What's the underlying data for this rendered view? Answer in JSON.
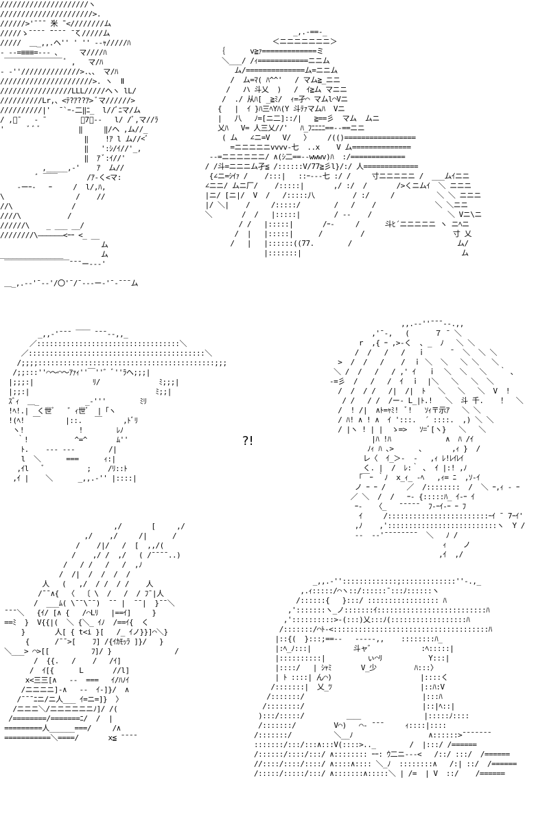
{
  "center_text": "?!",
  "panels": {
    "top_left": "/////////////////////ヽ\n//////////////////////>.\n//////>'¯¯¯ ̄米 ̄¯<////////ム\n/////ゝ¯¯¯¯ ̄¯¯¯¯ ̄ ̄く/////ム\n/////  ＿_,,.ヘ'' ' '' ‐-ｬ/////ﾊ\n- -‐=≡≡≡=‐-- ､     マ////ﾊ\n ￣￣￣￣￣￣￣￣ ﾞ ,   マ/ﾊ\n- ‐''//////////////>.、、 マ/ﾊ\n//////////////////////>. ヽ  Ⅱ\n/////////////////LLL/////ヘヽ lL/\n//////////Lr,、<ﾃ?ｱ??ｱ> ﾞマ//////>\n//////////|'  ¯`ｰ‐二‖ﾆ_  l//ﾞﾆマ/ム\n/ ,ﾞ¯   ‐ ¯        ﾞ7ﾞ‐-   l/ /ﾞ,マ//ﾗ\n'      ﾞ ﾞ ﾞ         ‖     ‖/ヘ ,ム//_\n                    ‖    !ｱ l ム//<ﾞ\n                    ‖   ':ｼ/ｲ//'_,\n                    ‖  ｱ ﾞ:ｲ//'\n          ,_____,-'    ｱ  ム//\n         ﾞ ￣￣       /ｱ‐く<マ:\n    ‐ーｰ‐   ｰ     /  l/,ﾊ,\n\\                 /    //\n//\\              /\n////\\           /\n//////\\    _ ___ __/\n////////\\――――――<ｰｰ <_ __\n                        ム\n_______________         ム\n ￣￣￣￣￣￣￣￣￣¯¯¯ー--‐'\n\n ＿_,.-‐'¯‐‐'/〇'¯/¯‐-‐ー‐'¯‐¯¯¯ム",
    "top_right": "                          _,.-==-_\n                     ＜ニニニニニニニ＞\n        ｛      v≧ｧ=============ミ\n         ＼___/ /ｨ============ニニム\n            ム/==============ム=ニニム\n           /  ム=ﾏ( ﾊ^^'   / マム≧_ニニ\n          /   ハ 斗乂  )   /  ｲ≧ム マニニ\n         /  ./ 从ﾊ[ _≧ﾐ/  ｨ=孑⌒ マムl⌒Vニ\n        {   |  ｲ }ﾊ三ﾍYﾊ(Y 斗ﾃｧマムﾊ  Vニ\n        |   八   ﾉ=[ニ二]::/|   ≧==彡  マム  ムニ\n        乂ﾊ   V= 人三乂//'   ﾊ_ﾌﾆﾆﾆﾆ==‐-==ニニ\n         ( ム   ∠ニ=V   V/   〉    /(()=================\n           =ニニニニニvvvv‐七  ..x    V ム==============\n      ‐‐=ニニニニニニ/ ∧(ｼ二==‐-wwwv)ﾊ  :/=============\n     / /斗=ニニニム孑≦ /::::::V/77≧彡l}/:/ 人=============\n      {∠ニ=ｼｲｧ /    /:::|   ::ｰ‐‐‐七 :/ /     寸ニニニニニ /  ___ムｲニニ\n     ∠ニニ/ ムニ厂/    /:::::|       ,/ :/  /       />くニムｲ  ＼ ニニニ\n     |ニ/ [ニ|/  V  /   /:::::八         / :/     /          ＼ ＼ ニニニ\n     |/ ＼|    /     /:::::/        /   /    /              ＼ ＼ニニ\n     ＼       /  /   |:::::|        / ‐‐    /                  ＼ Vニ\\ニ\n             / /   |:::::|       /ｰ‐     /      斗ﾋ´ニニニニニ ヽ ニﾍニ\n            /  |   |:::::|      /         /                     寸 乂\n           /   |   |::::::((77.        /                         ム/\n                   |:::::::|                                      ム",
    "middle_left": "         _,,-'¯¯¯ ￣￣ ¯¯¯‐-,,_\n       ／::::::::::::::::::::::::::::::::::＼\n     ／::::::::::::::::::::::::::::::::::::::::::＼\n    /;;;;::::::::::::::::::::::::::::::::::::::::::;;;;ヽ\n   /;;:::''⌒～⌒～ｱｧｨ''￣''゛ﾞ''ﾗヘ;;;|\n  |;;;:|              ﾘ/              ﾐ;;;|\n  |;;:|                              ﾐ;;|\n  ｽﾞｨ  ＿_           _‐'''        ﾐﾘ\n  !ﾍ!.|  く世ﾞ   ゛ｨ世ﾞ  |「ヽ\n  !(ﾍ!  ￣      |::.   ￣     ,ﾄﾞﾘ\n   ヽ!             !        ﾚﾉ\n    ｀!           ^=^       ﾑ''\n     ﾄ.    ‐‐‐ ‐‐‐        /|\n     l  ＼      ===      ｨ:|\n    ,ｲl   ﾞ          ;    /ﾘ::ﾄ\n   ,ｲ |    ＼      _,,.-'' |::::|",
    "middle_right": "                 ,,.-‐''¯¯¯‐-.,,\n          ,'¯‐,   (      ７ ¯ ＼\n       r  ,{ ｰ ,>‐く  ､ _  ﾉ   ＼ ＼\n      /  /   /   /   ｉ      ¯  ＼  ＼ ＼\n  >  /  /   /    /  ｉ ＼  ＼   ＼ ＼   ＼\n ＼ /  /   /   / ,' ｲ   ｉ  ＼  ＼   ＼   ｀ ､\n-=彡  /   /   /  ｲ  ｉ  |＼   ＼   ＼  ＼\n  /  /  / /   /|  /|  ﾄ   ＼   ＼   ＼  V  !\n   / /   / /  /ー‐ L_|ﾄ.!   ＼  斗 千.    ！  ＼\n  /  ! /|  ∧ﾄ=ｬﾐ!  ﾞ!   ｿｨ〒示ｱ   ＼ ＼\n  / ﾊ! ∧ ! ∧  ｲ ':::.  ´ ::::.  ,) ＼ ＼\n  / |ヽ ! | |  ゝ=>   ｿ=ﾞ[ヽ}   ＼   ＼\n          |ﾊ !ﾊ             ∧  ﾊ /ｲ\n         ﾉｨ ﾊ ､>      ､       ,ｨ }  /\n        レ〈  ｲ_＞‐  ‐   ,ｨ ﾚ!ﾚｲﾚｲ\n        く. |  /  ﾚ:｀ ､  ｲ |:! ,ﾉ\n       ｢￣ｰ ｀ﾉ  x_ｨ_ -ﾍ   ,ｨ= ﾆ  ,ｿ‐ｲ\n      ノ ｰ ｰ /     ／  /::::::::  /  ＼ ｰ,ｨ ‐ ｰ\n     ／ ＼  /  /   ｰ‐ {:::::ﾊ_ ｲ‐ｰ ｲ\n      ｰ‐   〈_   ¯¯¯¯¯  ﾌ‐ｰｲ‐ｰ ｰ ﾌ\n       ｲ     /::::::::::::::::::::::::ｰｲ ¯ 7ｰｲ'\n      ,ﾉ    ,'::::::::::::::::::::::::::ヽ  Y /\n      ‐‐  ‐‐'¯¯¯¯¯¯¯¯  ＼   ﾉ /\n                           ｨ    ノ\n                          ,ｲ  ,/",
    "bottom_left": "                           ,/       [     ,/\n                    ,/    ,/     /|      /\n                  /    /|/   /  [  ,,/(\n                 /    ,/ /  ,/   ( /¯¯¯¯..)\n               /   / /   /   /  ,ﾉ\n              /  /|  /  /  /  /\n          人   (   ,/  / /  / /    人\n         /¯¯∧{  〈  〔 \\  /   /  / ﾌ¯|人\n        /  ___ﾑ( \\¯¯\\¯¯)  ¯¯ |  ¯¯|  }¯¯＼\n ¯¯¯＼   {ｲ/ [∧ {   /⌒Lﾘ   |==ｲ]     }\n ==ﾐ  }  V{{|(  ＼ {＼_ ｲﾉ  /==ｲ{  く\n     }       人[ { t<i }[   /_ ｲノ}}]⌒＼}\n      {      /¯¯>[    ﾌ] /{ｲｶﾓｯﾗ ]}/   }\n ＼___> ⌒>[[          ﾌ]/ }               /\n        /  {{.   /    /   /ｲ]\n       /  ｲ[{      L       //l]\n      x<三三[∧   ‐‐  ===   ｲ/ﾊﾉｲ\n     /ニニニニ]‐∧   ‐‐  ｲ‐]}/  ∧\n    /¯¯¯ﾆニ/ニ人___ ｲ=ニ=]}  〉\n   /ニニニ＼/ニニニニニニﾉ]/ /(\n  /========/=======ﾆ/  /  |\n =========人______===/     /∧\n ===========＼====/       x≦ ¯¯¯¯",
    "bottom_right": "              _,,.-'':::::::::::::;:::::::::::::''‐.,_\n           ,.ｨ:::::/⌒ヽ::/::::::¯:::ﾉ::::::ヽ\n          /::::::{   }:::/ ::::::::::::::::: ﾊ\n        ,':::::::ヽ_ノ:::::::ｲ::::::::::::::::::::::::::ﾊ\n       ,'::::::::::>‐(:::)乂:::ﾉ(::::::::::::::::::ﾊ\n      /:::::::/⌒ﾄ‐<:::::::::::::::::::::::::::::::::::::ﾊ\n     |::{(  }:::;==‐-   ‐‐---,,    ::::::::ﾊ_\n     |:ﾍ_ﾉ:::|          斗ャ゛           :ﾍ:::::|\n     |::::::::::|          ぃ⌒ﾘ           Y:::|\n     |::::/   | ｼｬﾐ       V_少         ﾊ:::〉\n     | ﾄ ::::| ん⌒)                     |::::く\n    /:::::::|  乂_ﾂ                     |::ﾊ:V\n   /:::::::/                            |:::ﾊ\n  /::::::::/                            |::|ﾍ::|\n ):::/:::::/          ＿＿               |:::::ﾉ::::\n /:::::::/         V⌒)   ⌒‐ ¯¯¯     ｨ::::|::::\n/:::::::/          ＼__ﾉ                  ∧::::::>¯¯¯¯¯¯¯\n:::::::/:::/:::∧:::V(::::>.._        /  |:::/ /======\n/::::::/::::/:::/ ∧:::::::: ｰｰ: ｳ二ニ‐‐‐<   /::/ :::/  /======\n//::::/::::/::::/ ∧::::∧:::: ＼_ﾉ  ::::::::∧   /:| ::/  /======\n/:::::/:::::/:::/ ∧:::::::∧:::::＼ | /=  | V  ::/    /======"
  }
}
